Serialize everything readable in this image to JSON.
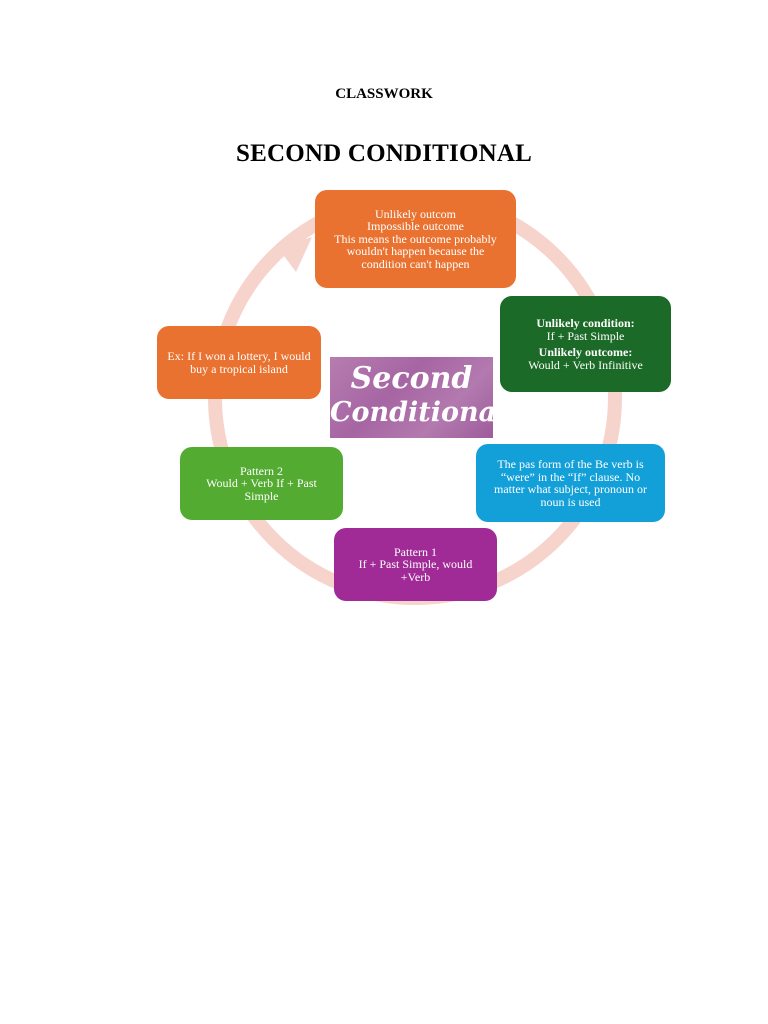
{
  "heading": "CLASSWORK",
  "title": "SECOND CONDITIONAL",
  "logo": {
    "line1": "Second",
    "line2": "Conditional"
  },
  "nodes": {
    "outcome": {
      "line1": "Unlikely outcom",
      "line2": "Impossible outcome",
      "line3": "This means the outcome probably wouldn't happen because the condition can't happen"
    },
    "structure": {
      "condition_label": "Unlikely condition:",
      "condition_form": "If + Past Simple",
      "outcome_label": "Unlikely outcome:",
      "outcome_form": "Would + Verb Infinitive"
    },
    "be_verb": "The pas form of the Be verb is “were” in the “If” clause. No matter what subject, pronoun or noun is used",
    "pattern1": {
      "label": "Pattern 1",
      "form": "If + Past Simple, would +Verb"
    },
    "pattern2": {
      "label": "Pattern 2",
      "form": "Would + Verb If + Past Simple"
    },
    "example": "Ex: If I won a lottery, I would buy a tropical island"
  },
  "colors": {
    "orange": "#ea7231",
    "dark_green": "#1b6a27",
    "blue": "#13a0d8",
    "purple": "#a02a96",
    "green": "#54ab32",
    "ring": "#f6d3cb"
  }
}
